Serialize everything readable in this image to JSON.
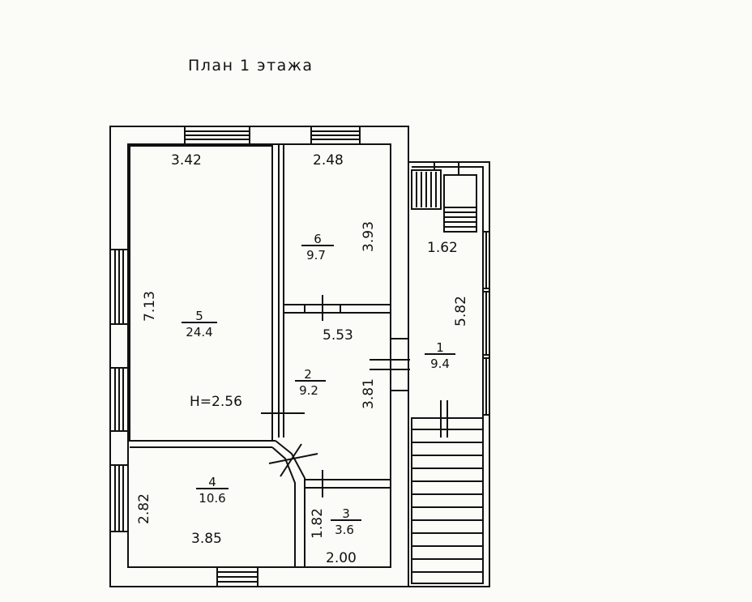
{
  "title": "План 1 этажа",
  "height_label": "H=2.56",
  "rooms": [
    {
      "id": "5",
      "number": "5",
      "area": "24.4"
    },
    {
      "id": "6",
      "number": "6",
      "area": "9.7"
    },
    {
      "id": "2",
      "number": "2",
      "area": "9.2"
    },
    {
      "id": "4",
      "number": "4",
      "area": "10.6"
    },
    {
      "id": "3",
      "number": "3",
      "area": "3.6"
    },
    {
      "id": "1",
      "number": "1",
      "area": "9.4"
    }
  ],
  "dimensions": {
    "room5_width": "3.42",
    "room5_length": "7.13",
    "room6_width": "2.48",
    "room6_length": "3.93",
    "room2_width": "5.53",
    "room2_length": "3.81",
    "room4_width": "3.85",
    "room4_length": "2.82",
    "room3_width": "2.00",
    "room3_length": "1.82",
    "room1_width": "1.62",
    "room1_length": "5.82"
  },
  "colors": {
    "line": "#111111",
    "background": "#fbfcf7"
  }
}
